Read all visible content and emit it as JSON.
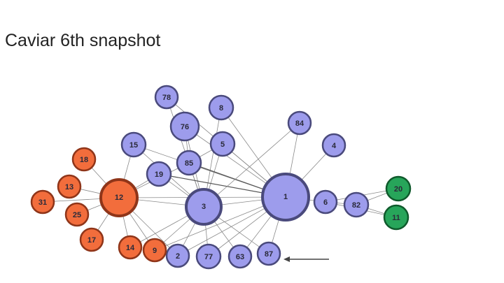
{
  "slide": {
    "title": "Caviar 6th snapshot"
  },
  "colors": {
    "blue_fill": "#9d9cec",
    "blue_stroke": "#4a4a7c",
    "orange_fill": "#f26d3c",
    "orange_stroke": "#8f3519",
    "green_fill": "#27a55a",
    "green_stroke": "#0f5a2c",
    "arrow": "#444444"
  },
  "graph": {
    "nodes": [
      {
        "id": "78",
        "group": "blue"
      },
      {
        "id": "8",
        "group": "blue"
      },
      {
        "id": "76",
        "group": "blue"
      },
      {
        "id": "84",
        "group": "blue"
      },
      {
        "id": "15",
        "group": "blue"
      },
      {
        "id": "5",
        "group": "blue"
      },
      {
        "id": "4",
        "group": "blue"
      },
      {
        "id": "85",
        "group": "blue"
      },
      {
        "id": "19",
        "group": "blue"
      },
      {
        "id": "1",
        "group": "blue"
      },
      {
        "id": "6",
        "group": "blue"
      },
      {
        "id": "82",
        "group": "blue"
      },
      {
        "id": "3",
        "group": "blue"
      },
      {
        "id": "2",
        "group": "blue"
      },
      {
        "id": "77",
        "group": "blue"
      },
      {
        "id": "63",
        "group": "blue"
      },
      {
        "id": "87",
        "group": "blue"
      },
      {
        "id": "18",
        "group": "orange"
      },
      {
        "id": "13",
        "group": "orange"
      },
      {
        "id": "31",
        "group": "orange"
      },
      {
        "id": "12",
        "group": "orange"
      },
      {
        "id": "25",
        "group": "orange"
      },
      {
        "id": "17",
        "group": "orange"
      },
      {
        "id": "14",
        "group": "orange"
      },
      {
        "id": "9",
        "group": "orange"
      },
      {
        "id": "20",
        "group": "green"
      },
      {
        "id": "11",
        "group": "green"
      }
    ],
    "edges": [
      [
        "18",
        "12"
      ],
      [
        "13",
        "12"
      ],
      [
        "31",
        "12"
      ],
      [
        "25",
        "12"
      ],
      [
        "17",
        "12"
      ],
      [
        "14",
        "12"
      ],
      [
        "9",
        "12"
      ],
      [
        "12",
        "3"
      ],
      [
        "12",
        "1"
      ],
      [
        "12",
        "19"
      ],
      [
        "12",
        "15"
      ],
      [
        "12",
        "85"
      ],
      [
        "12",
        "2"
      ],
      [
        "78",
        "3"
      ],
      [
        "78",
        "1"
      ],
      [
        "8",
        "3"
      ],
      [
        "8",
        "1"
      ],
      [
        "76",
        "3"
      ],
      [
        "76",
        "85"
      ],
      [
        "76",
        "1"
      ],
      [
        "15",
        "3"
      ],
      [
        "15",
        "1"
      ],
      [
        "5",
        "3"
      ],
      [
        "5",
        "1"
      ],
      [
        "5",
        "85"
      ],
      [
        "85",
        "3"
      ],
      [
        "85",
        "1"
      ],
      [
        "19",
        "3"
      ],
      [
        "19",
        "1"
      ],
      [
        "84",
        "1"
      ],
      [
        "84",
        "3"
      ],
      [
        "4",
        "1"
      ],
      [
        "3",
        "1"
      ],
      [
        "3",
        "2"
      ],
      [
        "3",
        "77"
      ],
      [
        "3",
        "63"
      ],
      [
        "3",
        "87"
      ],
      [
        "3",
        "14"
      ],
      [
        "3",
        "9"
      ],
      [
        "1",
        "6"
      ],
      [
        "1",
        "2"
      ],
      [
        "1",
        "77"
      ],
      [
        "1",
        "63"
      ],
      [
        "1",
        "87"
      ],
      [
        "1",
        "9"
      ],
      [
        "6",
        "82"
      ],
      [
        "6",
        "20"
      ],
      [
        "6",
        "11"
      ],
      [
        "82",
        "20"
      ],
      [
        "82",
        "11"
      ]
    ],
    "dark_edges": [
      [
        "85",
        "1"
      ],
      [
        "19",
        "1"
      ]
    ]
  }
}
